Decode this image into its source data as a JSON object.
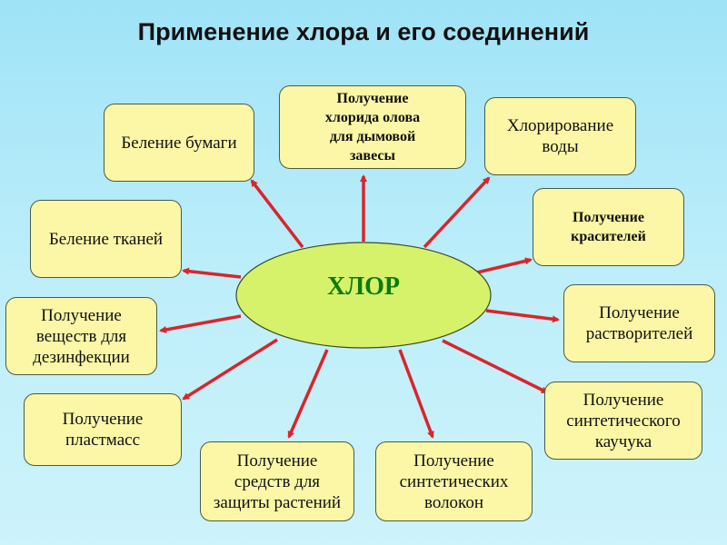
{
  "title": "Применение хлора и его соединений",
  "center": "ХЛОР",
  "colors": {
    "box_fill": "#fbf7a6",
    "ellipse_fill": "#d6f26a",
    "arrow": "#d9252b",
    "center_text": "#0d7a0d"
  },
  "uses": [
    {
      "id": "paper",
      "label": "Беление бумаги"
    },
    {
      "id": "tin",
      "label": "Получение\nхлорида олова\nдля дымовой\nзавесы"
    },
    {
      "id": "water",
      "label": "Хлорирование\nводы"
    },
    {
      "id": "dyes",
      "label": "Получение\nкрасителей"
    },
    {
      "id": "fabric",
      "label": "Беление тканей"
    },
    {
      "id": "solvents",
      "label": "Получение\n растворителей"
    },
    {
      "id": "disinfect",
      "label": "Получение\nвеществ для\nдезинфекции"
    },
    {
      "id": "rubber",
      "label": "Получение\nсинтетического\nкаучука"
    },
    {
      "id": "plastics",
      "label": "Получение\nпластмасс"
    },
    {
      "id": "plants",
      "label": "Получение\nсредств для\nзащиты растений"
    },
    {
      "id": "fibers",
      "label": "Получение\nсинтетических\nволокон"
    }
  ]
}
